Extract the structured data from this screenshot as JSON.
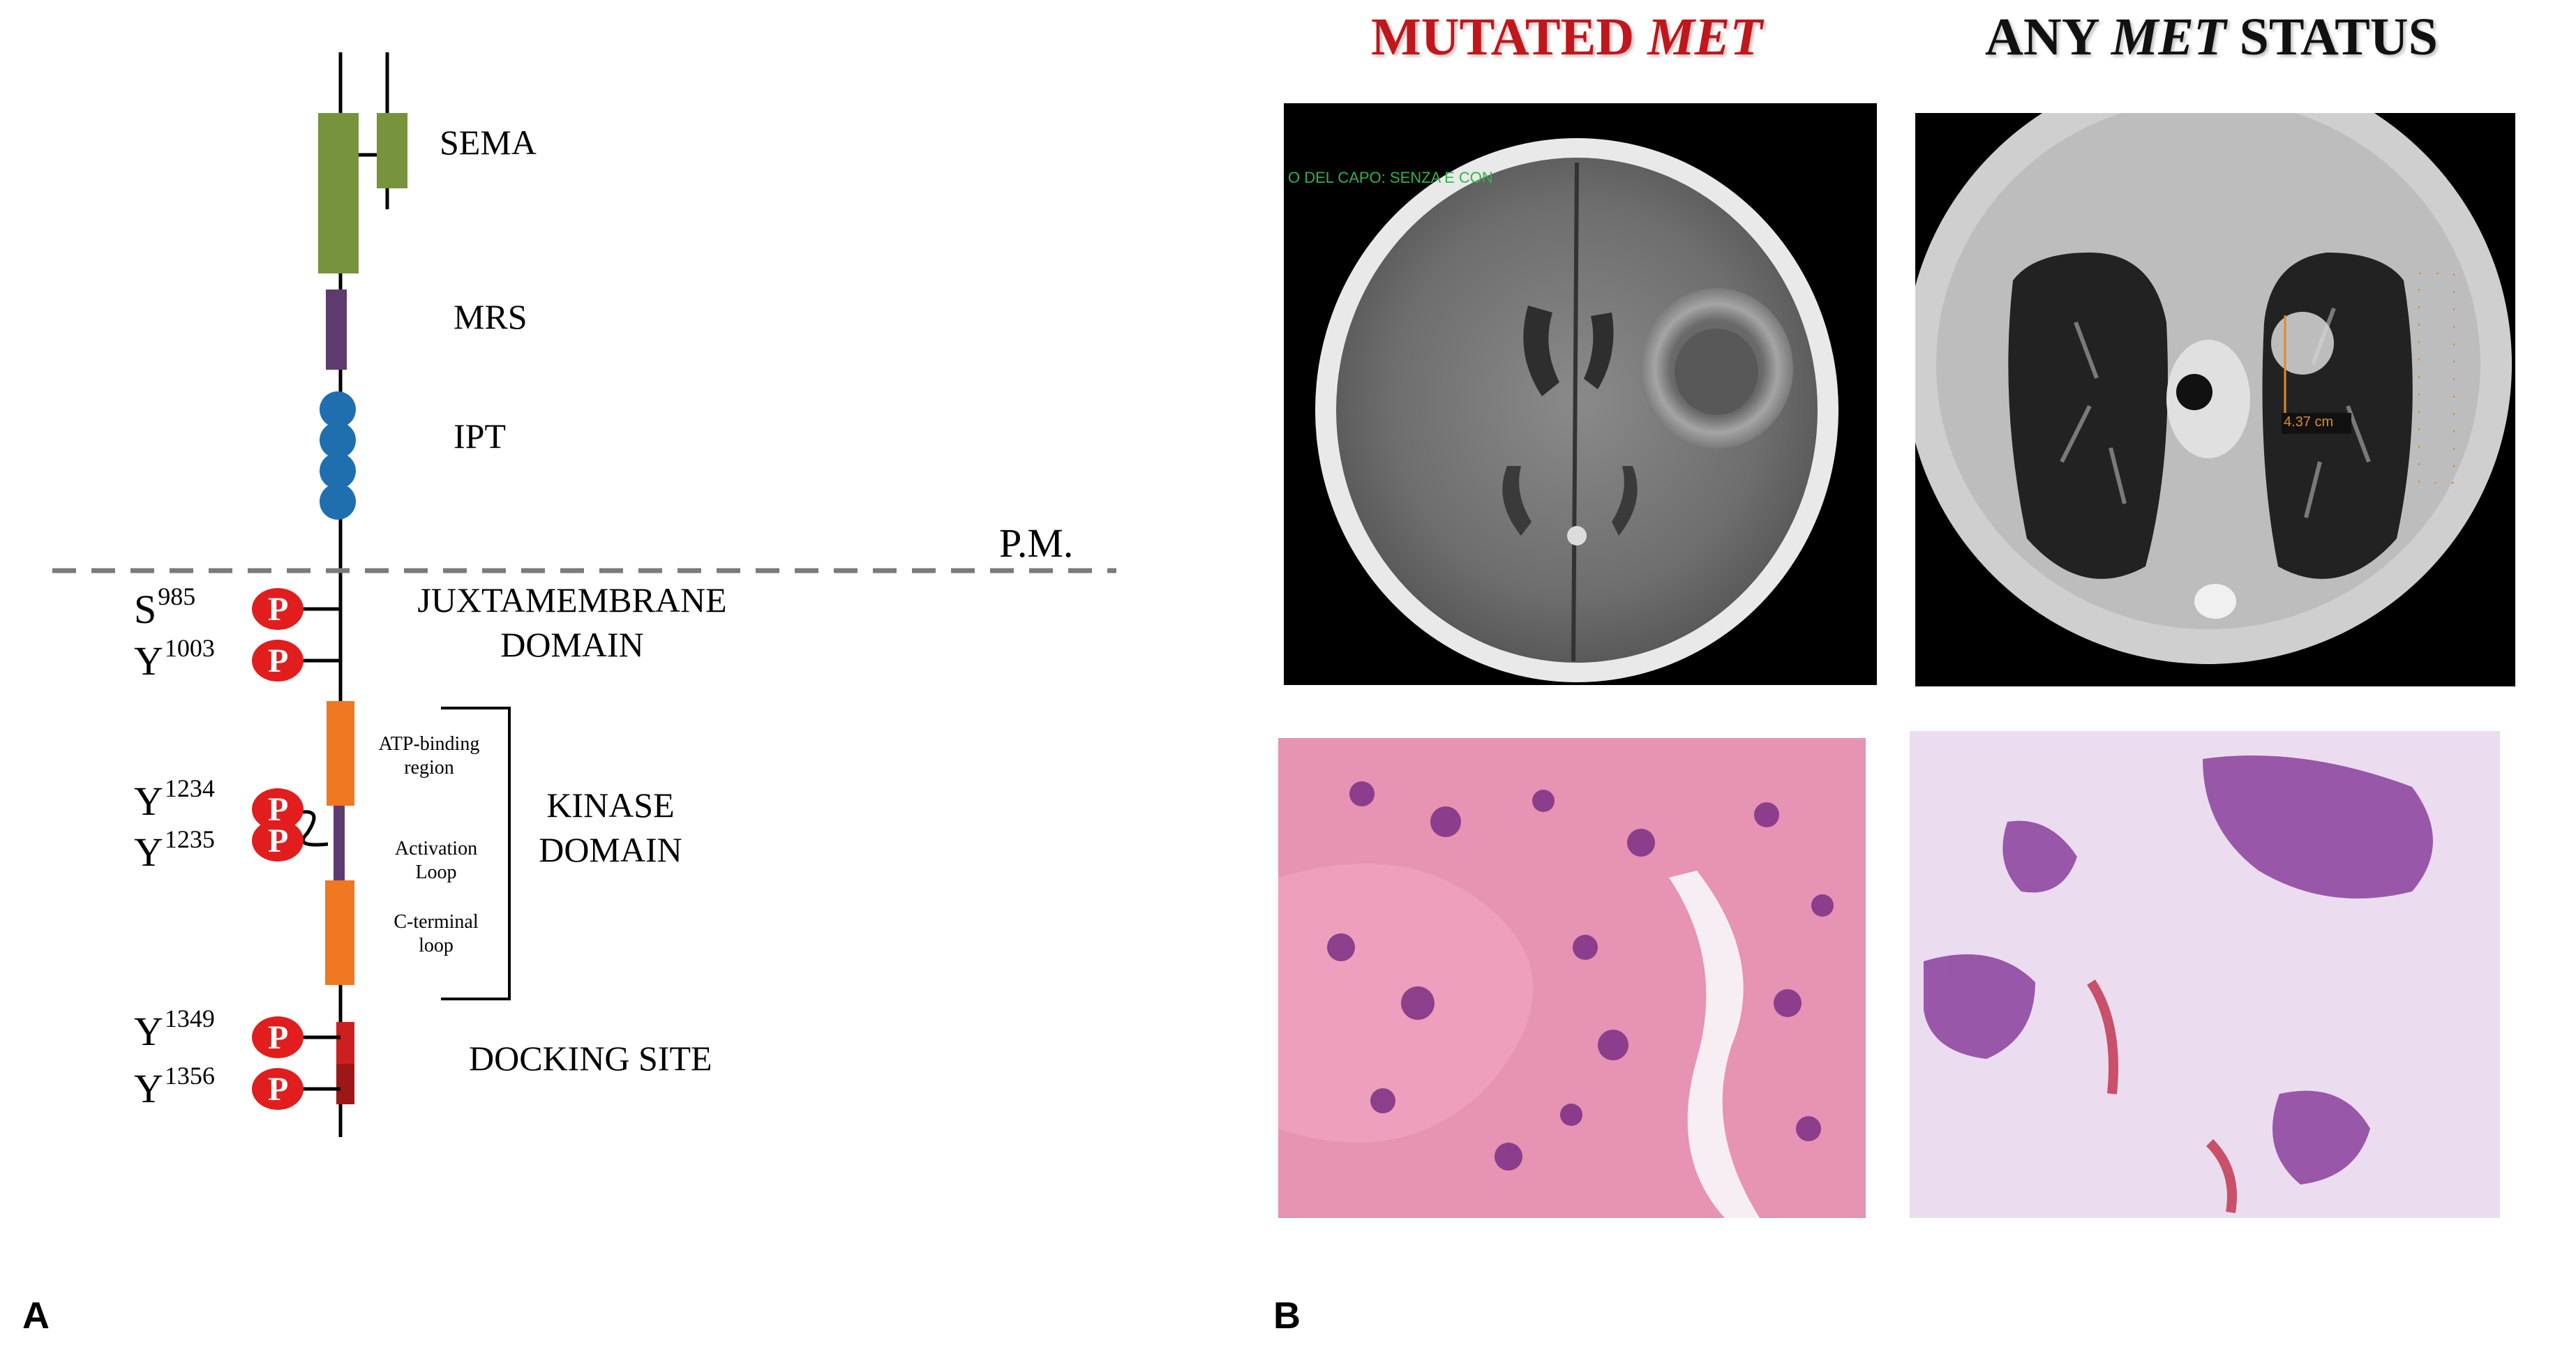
{
  "panel_a": {
    "letter": "A",
    "domains": {
      "sema": "SEMA",
      "mrs": "MRS",
      "ipt": "IPT",
      "pm": "P.M.",
      "juxta_line1": "JUXTAMEMBRANE",
      "juxta_line2": "DOMAIN",
      "kinase_line1": "KINASE",
      "kinase_line2": "DOMAIN",
      "docking": "DOCKING SITE"
    },
    "kinase_subregions": {
      "atp_line1": "ATP-binding",
      "atp_line2": "region",
      "activation_line1": "Activation",
      "activation_line2": "Loop",
      "cterm_line1": "C-terminal",
      "cterm_line2": "loop"
    },
    "phospho_marker": "P",
    "sites": [
      {
        "residue": "S",
        "number": "985"
      },
      {
        "residue": "Y",
        "number": "1003"
      },
      {
        "residue": "Y",
        "number": "1234"
      },
      {
        "residue": "Y",
        "number": "1235"
      },
      {
        "residue": "Y",
        "number": "1349"
      },
      {
        "residue": "Y",
        "number": "1356"
      }
    ],
    "colors": {
      "sema": "#77933c",
      "mrs": "#5f3a6e",
      "ipt": "#1f6fb0",
      "kinase": "#f07820",
      "docking": "#cc1f1f",
      "phospho": "#e21d1d"
    }
  },
  "panel_b": {
    "letter": "B",
    "titles": {
      "mutated_prefix": "MUTATED ",
      "mutated_gene": "MET",
      "any_prefix": "ANY ",
      "any_gene": "MET",
      "any_suffix": " STATUS"
    },
    "title_colors": {
      "mutated": "#c0161c",
      "any": "#111111"
    },
    "ct_brain_overlay_text": "O DEL CAPO: SENZA E CON",
    "ct_chest_measurement": "4.37 cm"
  }
}
